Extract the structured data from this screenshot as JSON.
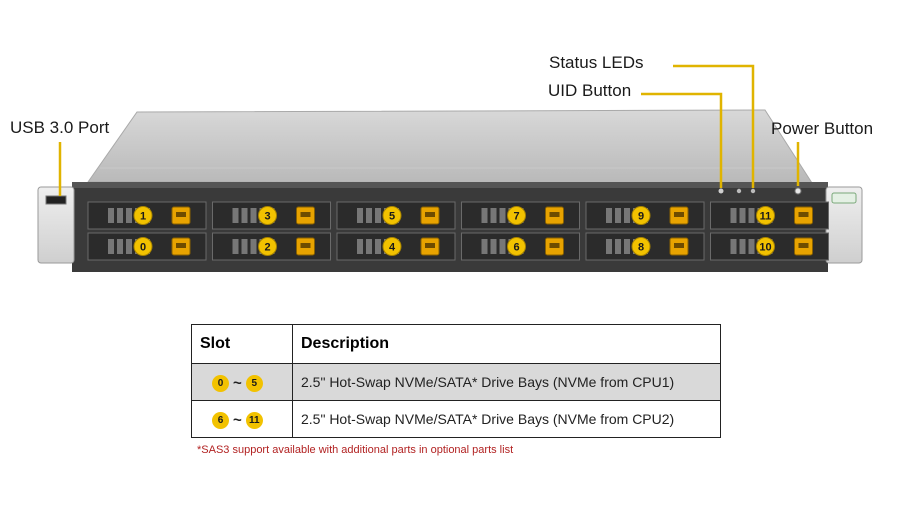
{
  "callouts": {
    "usb": "USB 3.0 Port",
    "status_leds": "Status LEDs",
    "uid_button": "UID Button",
    "power_button": "Power Button"
  },
  "bays": {
    "top_row": [
      "1",
      "3",
      "5",
      "7",
      "9",
      "11"
    ],
    "bottom_row": [
      "0",
      "2",
      "4",
      "6",
      "8",
      "10"
    ]
  },
  "table": {
    "headers": {
      "slot": "Slot",
      "description": "Description"
    },
    "rows": [
      {
        "slot_from": "0",
        "tilde": "~",
        "slot_to": "5",
        "description": "2.5\" Hot-Swap NVMe/SATA*  Drive Bays (NVMe from CPU1)"
      },
      {
        "slot_from": "6",
        "tilde": "~",
        "slot_to": "11",
        "description": "2.5\" Hot-Swap NVMe/SATA*  Drive Bays (NVMe from CPU2)"
      }
    ]
  },
  "footnote": "*SAS3  support available with additional parts in optional parts list",
  "colors": {
    "badge": "#f2c200",
    "leader_line": "#e0b400",
    "note": "#b22222"
  }
}
